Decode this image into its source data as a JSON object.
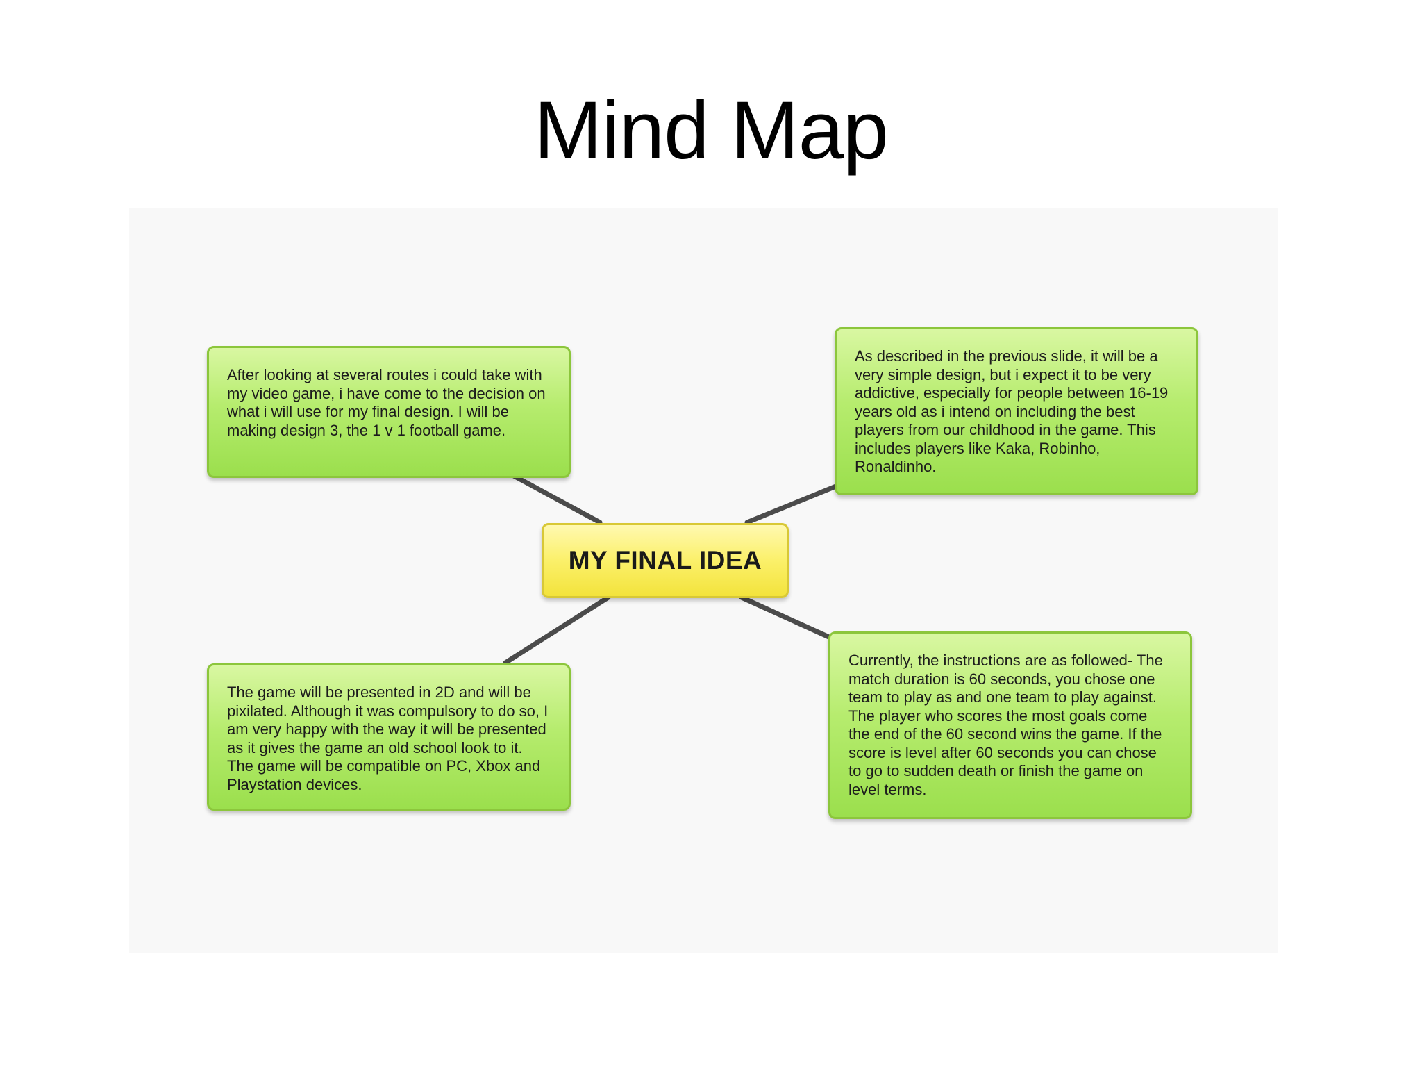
{
  "slide": {
    "title": "Mind Map"
  },
  "mindmap": {
    "center": {
      "label": "MY FINAL IDEA",
      "color": "#f6ea4a"
    },
    "node_color": "#b6ec6e",
    "connector_color": "#4b4b4b",
    "branches": [
      {
        "id": "top-left",
        "text": "After looking at several routes i could take with my video game, i have come to the decision on what i will use for my final design. I will be making design 3, the 1 v 1 football game."
      },
      {
        "id": "top-right",
        "text": "As described in the previous slide, it will be a very simple design, but i expect it to be very addictive, especially for people between 16-19 years old as i intend on including the best players from our childhood in the game. This includes players like Kaka, Robinho, Ronaldinho."
      },
      {
        "id": "bottom-left",
        "text": "The game will be presented in 2D and will be pixilated. Although it was compulsory to do so, I am very happy with the way it will be presented as it gives the game an old school look to it. The game will be compatible on PC, Xbox and Playstation devices."
      },
      {
        "id": "bottom-right",
        "text": "Currently, the instructions are as followed- The match duration is 60 seconds, you chose one team to play as and one team to play against. The player who scores the most goals come the end of the 60 second wins the game. If the score is level after 60 seconds you can chose to go to sudden death or finish the game on level terms."
      }
    ]
  }
}
